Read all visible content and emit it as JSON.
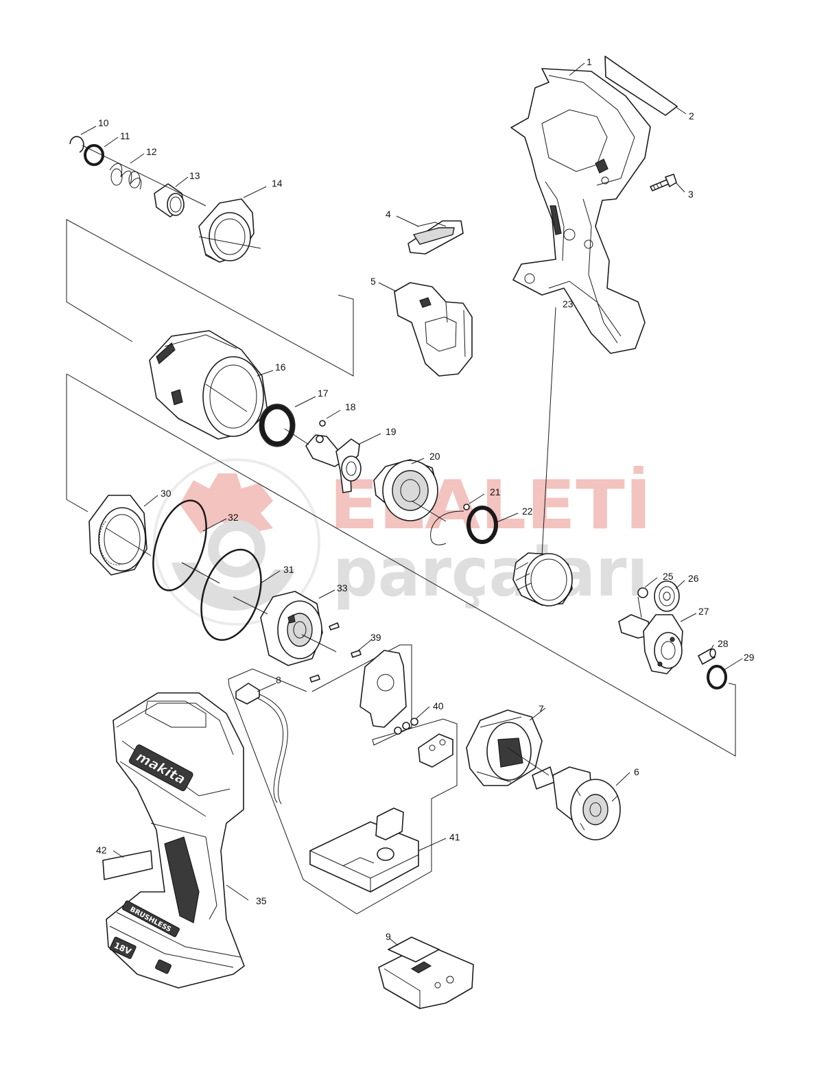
{
  "watermark": {
    "line1": "ELALETİ",
    "line2": "parçaları",
    "color_primary": "#f2b9b4",
    "color_secondary": "#d9d9d9"
  },
  "callouts": [
    {
      "id": "1",
      "label": "1"
    },
    {
      "id": "2",
      "label": "2"
    },
    {
      "id": "3",
      "label": "3"
    },
    {
      "id": "4",
      "label": "4"
    },
    {
      "id": "5",
      "label": "5"
    },
    {
      "id": "6",
      "label": "6"
    },
    {
      "id": "7",
      "label": "7"
    },
    {
      "id": "8",
      "label": "8"
    },
    {
      "id": "9",
      "label": "9"
    },
    {
      "id": "10",
      "label": "10"
    },
    {
      "id": "11",
      "label": "11"
    },
    {
      "id": "12",
      "label": "12"
    },
    {
      "id": "13",
      "label": "13"
    },
    {
      "id": "14",
      "label": "14"
    },
    {
      "id": "16",
      "label": "16"
    },
    {
      "id": "17",
      "label": "17"
    },
    {
      "id": "18",
      "label": "18"
    },
    {
      "id": "19",
      "label": "19"
    },
    {
      "id": "20",
      "label": "20"
    },
    {
      "id": "21",
      "label": "21"
    },
    {
      "id": "22",
      "label": "22"
    },
    {
      "id": "23",
      "label": "23"
    },
    {
      "id": "25",
      "label": "25"
    },
    {
      "id": "26",
      "label": "26"
    },
    {
      "id": "27",
      "label": "27"
    },
    {
      "id": "28",
      "label": "28"
    },
    {
      "id": "29",
      "label": "29"
    },
    {
      "id": "30",
      "label": "30"
    },
    {
      "id": "31",
      "label": "31"
    },
    {
      "id": "32",
      "label": "32"
    },
    {
      "id": "33",
      "label": "33"
    },
    {
      "id": "35",
      "label": "35"
    },
    {
      "id": "39",
      "label": "39"
    },
    {
      "id": "40",
      "label": "40"
    },
    {
      "id": "41",
      "label": "41"
    },
    {
      "id": "42",
      "label": "42"
    }
  ],
  "housing_print": {
    "brand": "makita",
    "battery_badge": "BRUSHLESS",
    "voltage": "18V"
  }
}
